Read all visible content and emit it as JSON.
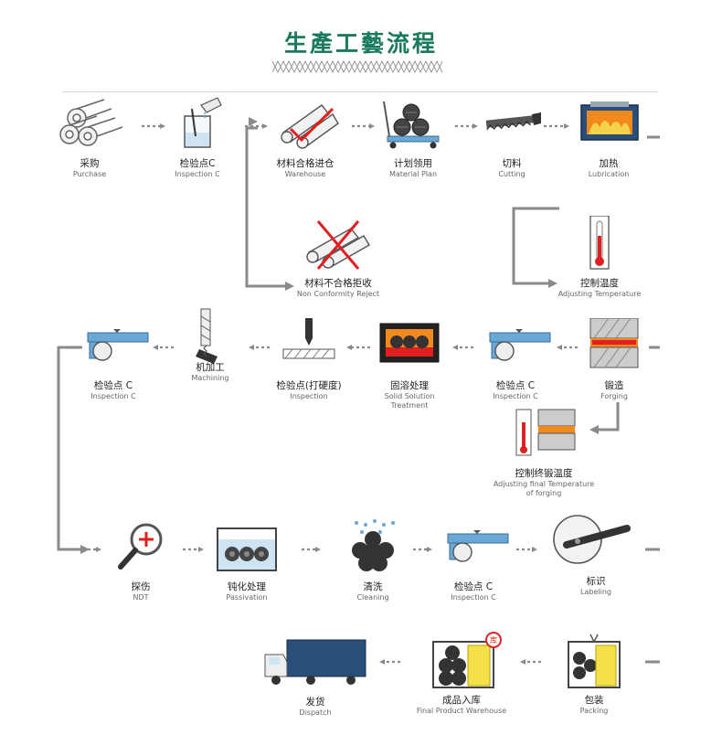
{
  "title": "生產工藝流程",
  "steps": [
    {
      "id": "purchase",
      "cn": "采购",
      "en": "Purchase"
    },
    {
      "id": "inspection1",
      "cn": "检验点C",
      "en": "Inspection C"
    },
    {
      "id": "warehouse",
      "cn": "材料合格进仓",
      "en": "Warehouse"
    },
    {
      "id": "material_plan",
      "cn": "计划领用",
      "en": "Material Plan"
    },
    {
      "id": "cutting",
      "cn": "切料",
      "en": "Cutting"
    },
    {
      "id": "lubrication",
      "cn": "加热",
      "en": "Lubrication"
    },
    {
      "id": "non_conformity",
      "cn": "材料不合格拒收",
      "en": "Non Conformity Reject"
    },
    {
      "id": "adjust_temp",
      "cn": "控制温度",
      "en": "Adjusting Temperature"
    },
    {
      "id": "inspection2",
      "cn": "检验点 C",
      "en": "Inspection C"
    },
    {
      "id": "machining",
      "cn": "机加工",
      "en": "Machining"
    },
    {
      "id": "inspection3",
      "cn": "检验点(打硬度)",
      "en": "Inspection"
    },
    {
      "id": "solid_solution",
      "cn": "固溶处理",
      "en": "Solid Solution\nTreatment"
    },
    {
      "id": "inspection4",
      "cn": "检验点 C",
      "en": "Inspection C"
    },
    {
      "id": "forging",
      "cn": "锻造",
      "en": "Forging"
    },
    {
      "id": "adjust_final",
      "cn": "控制终锻温度",
      "en": "Adjusting final Temperature\nof forging"
    },
    {
      "id": "ndt",
      "cn": "探伤",
      "en": "NDT"
    },
    {
      "id": "passivation",
      "cn": "钝化处理",
      "en": "Passivation"
    },
    {
      "id": "cleaning",
      "cn": "清洗",
      "en": "Cleaning"
    },
    {
      "id": "inspection5",
      "cn": "检验点 C",
      "en": "Inspection C"
    },
    {
      "id": "labeling",
      "cn": "标识",
      "en": "Labeling"
    },
    {
      "id": "dispatch",
      "cn": "发货",
      "en": "Dispatch"
    },
    {
      "id": "final_warehouse",
      "cn": "成品入库",
      "en": "Final Product Warehouse"
    },
    {
      "id": "packing",
      "cn": "包装",
      "en": "Packing"
    }
  ],
  "colors": {
    "title": "#1a7a5e",
    "connector": "#8a8a8a",
    "accent_blue": "#6aa8d8",
    "accent_red": "#e02020",
    "flame": "#f08a1e",
    "yellow": "#f4e04a"
  },
  "icons": {
    "purchase": "pipes-icon",
    "inspection": "caliper-icon",
    "warehouse": "pipes-check-icon",
    "material_plan": "cart-icon",
    "cutting": "saw-icon",
    "lubrication": "furnace-icon",
    "reject": "pipes-cross-icon",
    "temperature": "thermometer-icon",
    "machining": "drill-icon",
    "hardness": "hardness-tester-icon",
    "solution": "solution-furnace-icon",
    "forging": "press-icon",
    "ndt": "magnifier-icon",
    "passivation": "tank-icon",
    "cleaning": "shower-icon",
    "labeling": "label-icon",
    "dispatch": "truck-icon",
    "final_warehouse": "box-icon",
    "packing": "package-icon"
  }
}
